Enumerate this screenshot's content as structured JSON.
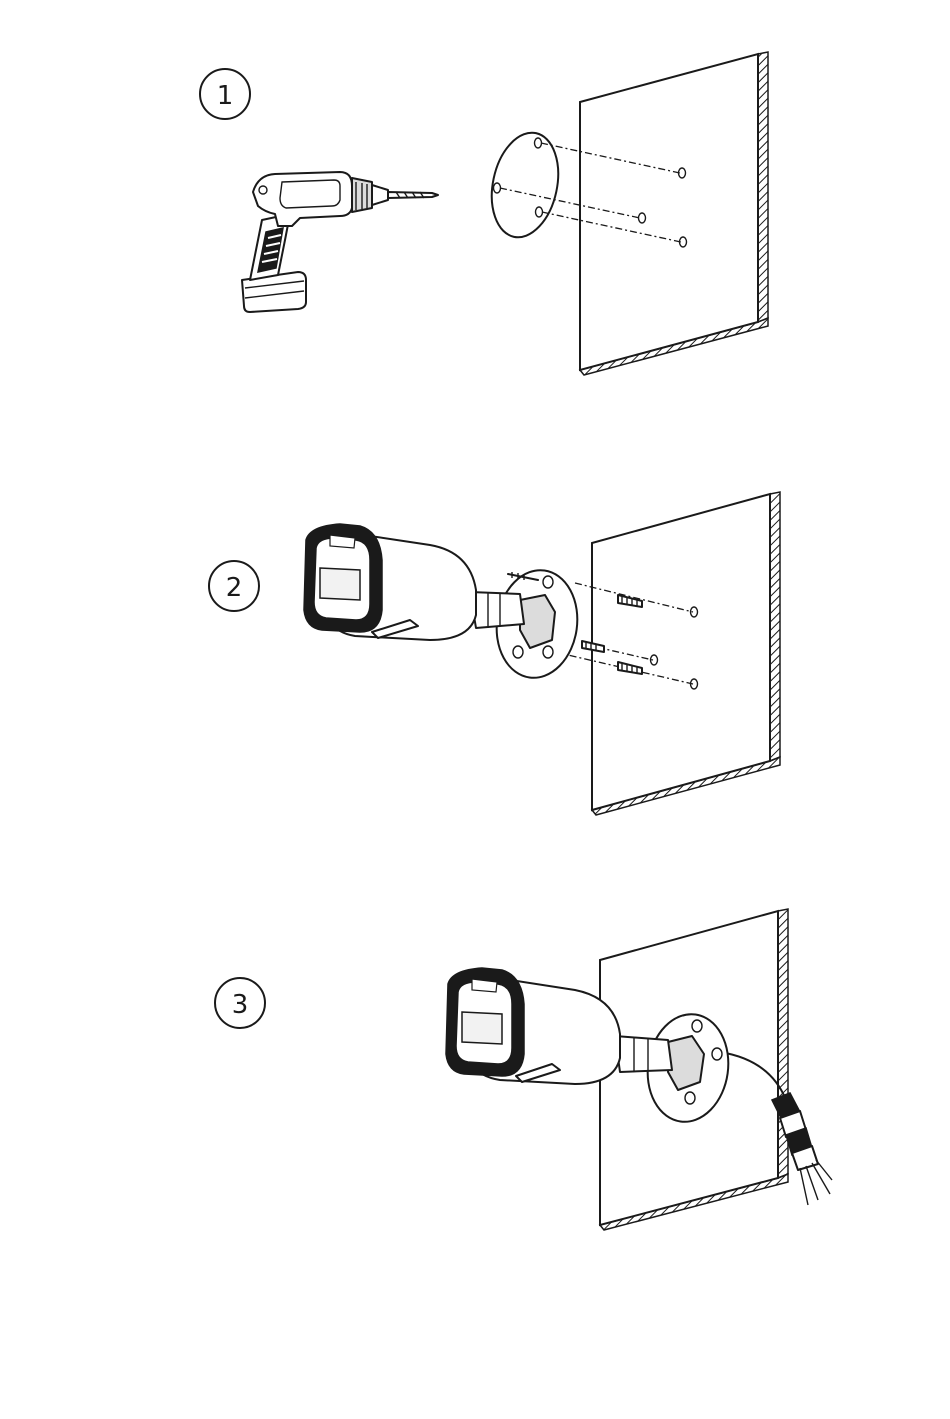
{
  "steps": [
    {
      "label": "1",
      "action": "drill-holes"
    },
    {
      "label": "2",
      "action": "mount-bracket-with-screws"
    },
    {
      "label": "3",
      "action": "camera-mounted-cable-connected"
    }
  ],
  "colors": {
    "line": "#1a1a1a",
    "background": "#ffffff",
    "shade": "#dcdcdc"
  }
}
